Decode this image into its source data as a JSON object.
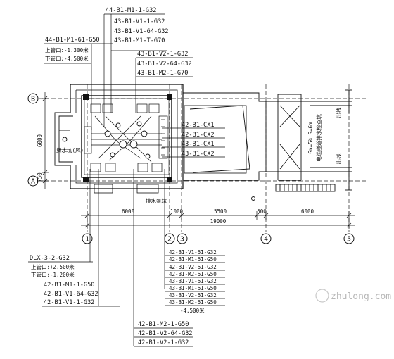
{
  "top_labels": {
    "group1": [
      "44-B1-M1-1-G32",
      "43-B1-V1-1-G32",
      "43-B1-V1-64-G32",
      "43-B1-M1-T-G70"
    ],
    "group2": [
      "43-B1-V2-1-G32",
      "43-B1-V2-64-G32",
      "43-B1-M2-1-G70"
    ],
    "group3": [
      "44-B1-M1-61-G50",
      "上管口:-1.300米",
      "下管口:-4.500米"
    ]
  },
  "right_labels": [
    "42-B1-CX1",
    "42-B1-CX2",
    "43-B1-CX1",
    "43-B1-CX2"
  ],
  "grid_axes": {
    "letters": [
      "B",
      "A"
    ],
    "numbers": [
      "1",
      "2",
      "3",
      "4",
      "5"
    ]
  },
  "dimensions": {
    "vertical": [
      "6000",
      "750"
    ],
    "horizontal_row1": [
      "6000",
      "1000",
      "5500",
      "500",
      "6000"
    ],
    "horizontal_total": "19000"
  },
  "plan_text": {
    "left_room": "集水坑(风)",
    "bottom_room": "排水泵坑",
    "culvert": "Gn=5‰ S=6m",
    "culvert_sub": "电缆隧道排水检查坑",
    "side_a": "出线",
    "side_b": "出线"
  },
  "bottom_left": {
    "main": "DLX-3-2-G32",
    "sub": [
      "上管口:+2.500米",
      "下管口:-1.200米"
    ],
    "list": [
      "42-B1-M1-1-G50",
      "42-B1-V1-64-G32",
      "42-B1-V1-1-G32"
    ]
  },
  "bottom_center": {
    "list": [
      "42-B1-V1-61-G32",
      "42-B1-M1-61-G50",
      "42-B1-V2-61-G32",
      "42-B1-M2-61-G50",
      "43-B1-V1-61-G32",
      "43-B1-M1-61-G50",
      "43-B1-V2-61-G32",
      "43-B1-M2-61-G50"
    ],
    "elevation": "-4.500米"
  },
  "bottom_bottom": {
    "list": [
      "42-B1-M2-1-G50",
      "42-B1-V2-64-G32",
      "42-B1-V2-1-G32"
    ]
  },
  "watermark": "zhulong.com"
}
